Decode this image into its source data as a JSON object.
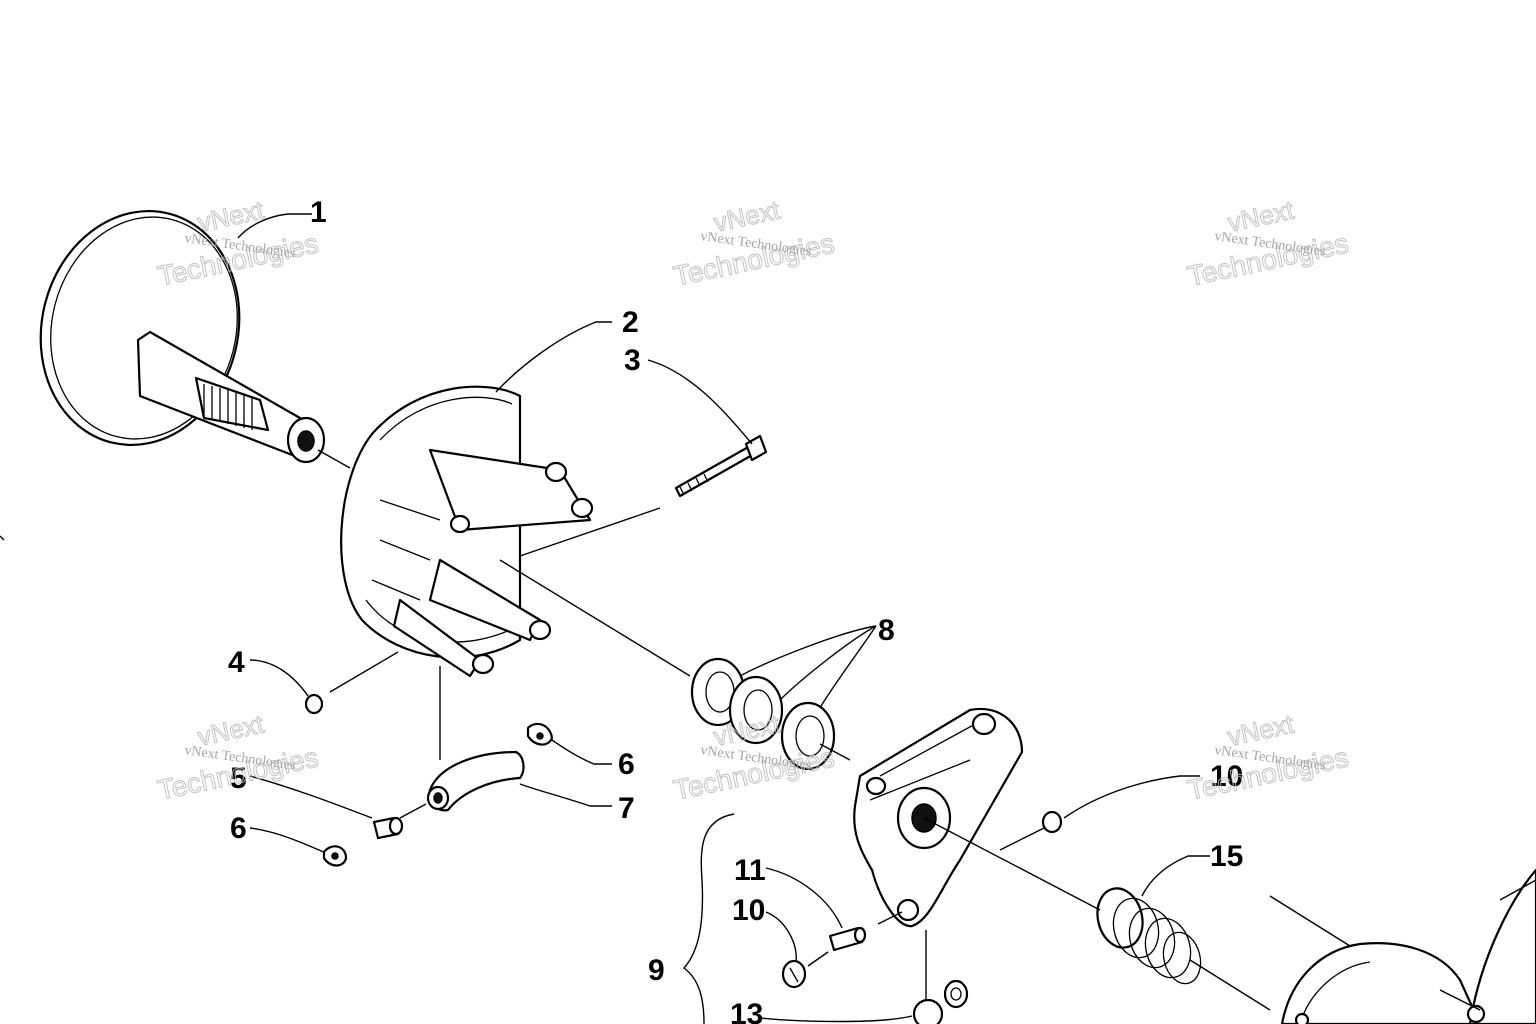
{
  "callouts": [
    "1",
    "2",
    "3",
    "4",
    "5",
    "6",
    "6",
    "7",
    "8",
    "10",
    "11",
    "10",
    "9",
    "13",
    "15"
  ],
  "watermark": {
    "name": "vNext Technologies",
    "word1": "vNext",
    "word2": "Technologies"
  }
}
